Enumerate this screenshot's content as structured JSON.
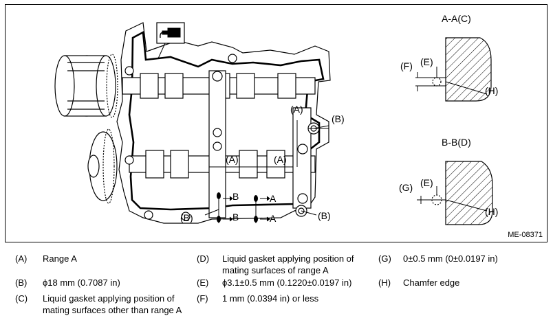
{
  "figure": {
    "id": "ME-08371",
    "labels": {
      "A": "(A)",
      "B": "(B)",
      "E": "(E)",
      "F": "(F)",
      "G": "(G)",
      "H": "(H)",
      "arrow_a": "A",
      "arrow_b": "B"
    },
    "section_aa": {
      "title": "A-A",
      "ref": "(C)"
    },
    "section_bb": {
      "title": "B-B",
      "ref": "(D)"
    }
  },
  "legend": [
    {
      "key": "(A)",
      "text": "Range A"
    },
    {
      "key": "(B)",
      "text": "ϕ18 mm (0.7087 in)"
    },
    {
      "key": "(C)",
      "text": "Liquid gasket applying position of mating surfaces other than range A"
    },
    {
      "key": "(D)",
      "text": "Liquid gasket applying position of mating surfaces of range A"
    },
    {
      "key": "(E)",
      "text": "ϕ3.1±0.5 mm (0.1220±0.0197 in)"
    },
    {
      "key": "(F)",
      "text": "1 mm (0.0394 in) or less"
    },
    {
      "key": "(G)",
      "text": "0±0.5 mm (0±0.0197 in)"
    },
    {
      "key": "(H)",
      "text": "Chamfer edge"
    }
  ]
}
